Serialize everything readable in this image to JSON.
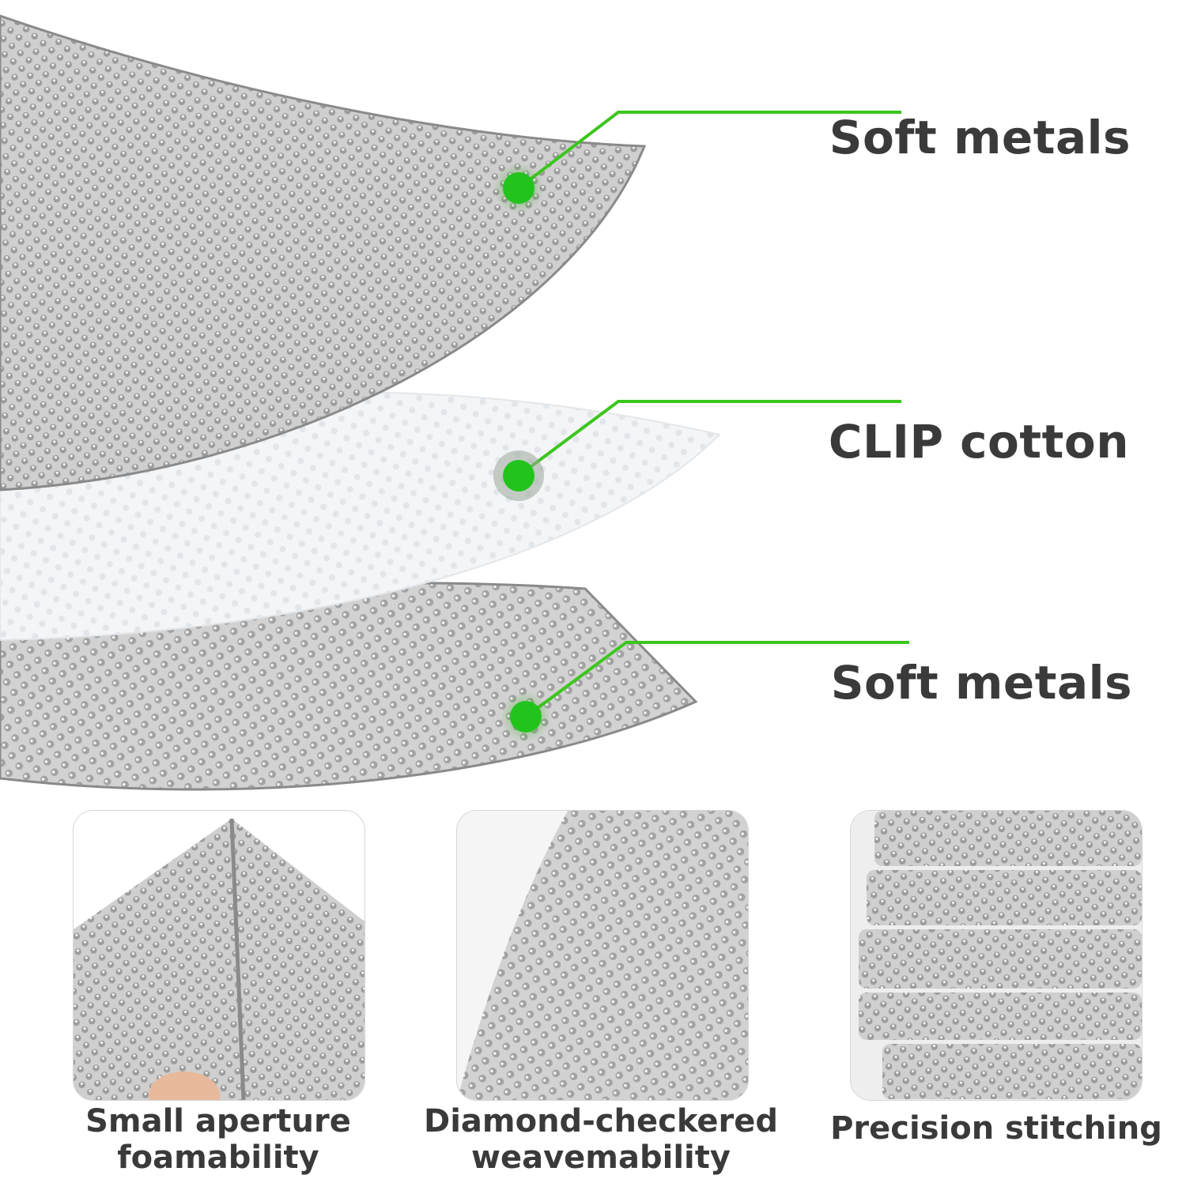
{
  "layers": [
    {
      "label": "Soft metals"
    },
    {
      "label": "CLIP cotton"
    },
    {
      "label": "Soft metals"
    }
  ],
  "features": [
    {
      "line1": "Small aperture",
      "line2": "foamability"
    },
    {
      "line1": "Diamond-checkered",
      "line2": "weavemability"
    },
    {
      "line1": "Precision stitching",
      "line2": ""
    }
  ],
  "colors": {
    "accent": "#3cc61e",
    "label_text": "#3a3a3a",
    "metal": "#c8c8c8",
    "metal_dark": "#9a9a9a",
    "cotton": "#f4f6f8"
  }
}
